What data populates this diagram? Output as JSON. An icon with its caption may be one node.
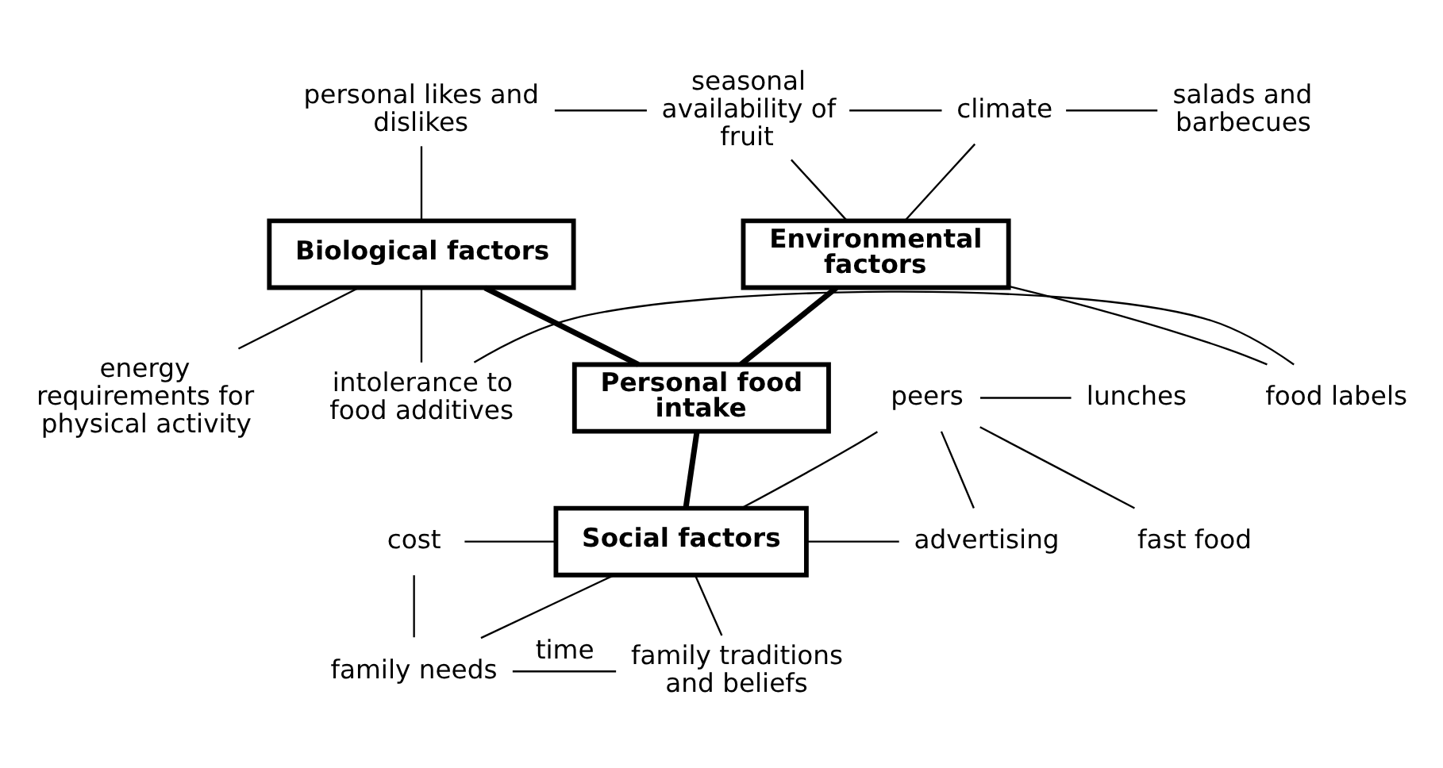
{
  "diagram": {
    "nodes": [
      {
        "text": [
          "Biological factors"
        ]
      },
      {
        "text": [
          "Environmental factors"
        ]
      },
      {
        "text": [
          "Personal food intake"
        ]
      },
      {
        "text": [
          "Social factors"
        ]
      },
      {
        "text": [
          "personal likes and dislikes"
        ]
      },
      {
        "text": [
          "seasonal availability of fruit"
        ]
      },
      {
        "text": [
          "climate"
        ]
      },
      {
        "text": [
          "salads and barbecues"
        ]
      },
      {
        "text": [
          "energy requirements for physical activity"
        ]
      },
      {
        "text": [
          "intolerance to food additives"
        ]
      },
      {
        "text": [
          "food labels"
        ]
      },
      {
        "text": [
          "peers"
        ]
      },
      {
        "text": [
          "lunches"
        ]
      },
      {
        "text": [
          "fast food"
        ]
      },
      {
        "text": [
          "advertising"
        ]
      },
      {
        "text": [
          "cost"
        ]
      },
      {
        "text": [
          "family needs"
        ]
      },
      {
        "text": [
          "family traditions and beliefs"
        ]
      }
    ],
    "edges": [
      {
        "from": 4,
        "to": 5,
        "arrow": "none"
      },
      {
        "from": 5,
        "to": 6,
        "arrow": "none"
      },
      {
        "from": 6,
        "to": 7,
        "arrow": "none"
      },
      {
        "from": 4,
        "to": 0,
        "arrow": "none"
      },
      {
        "from": 5,
        "to": 1,
        "arrow": "none"
      },
      {
        "from": 6,
        "to": 1,
        "arrow": "none"
      },
      {
        "from": 0,
        "to": 8,
        "arrow": "none"
      },
      {
        "from": 0,
        "to": 9,
        "arrow": "none"
      },
      {
        "from": 9,
        "to": 10,
        "arrow": "none"
      },
      {
        "from": 10,
        "to": 1,
        "arrow": "none"
      },
      {
        "from": 0,
        "to": 2,
        "arrow": "none",
        "style": "thick"
      },
      {
        "from": 1,
        "to": 2,
        "arrow": "none",
        "style": "thick"
      },
      {
        "from": 2,
        "to": 3,
        "arrow": "none",
        "style": "thick"
      },
      {
        "from": 11,
        "to": 12,
        "arrow": "none"
      },
      {
        "from": 11,
        "to": 13,
        "arrow": "none"
      },
      {
        "from": 11,
        "to": 14,
        "arrow": "none"
      },
      {
        "from": 11,
        "to": 3,
        "arrow": "none"
      },
      {
        "from": 3,
        "to": 14,
        "arrow": "none"
      },
      {
        "from": 15,
        "to": 3,
        "arrow": "none"
      },
      {
        "from": 15,
        "to": 16,
        "arrow": "none"
      },
      {
        "from": 3,
        "to": 16,
        "arrow": "none"
      },
      {
        "from": 3,
        "to": 17,
        "arrow": "none"
      },
      {
        "from": 16,
        "to": 17,
        "arrow": "none",
        "label": "time"
      }
    ]
  }
}
